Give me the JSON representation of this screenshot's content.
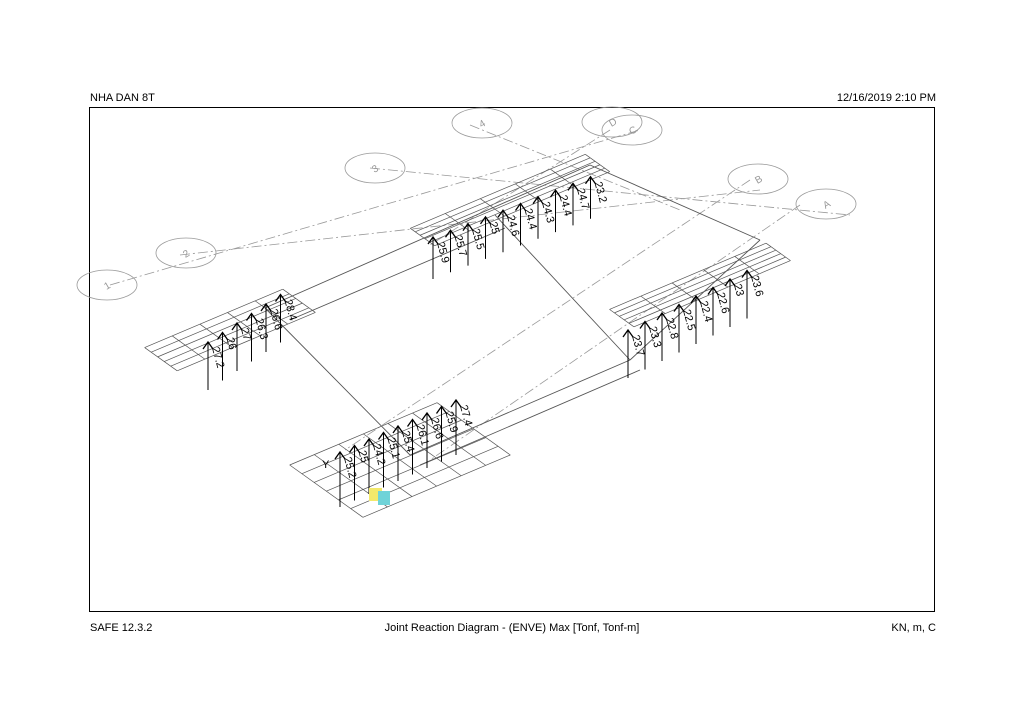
{
  "header": {
    "title": "NHA DAN 8T",
    "datetime": "12/16/2019 2:10 PM"
  },
  "footer": {
    "software": "SAFE 12.3.2",
    "caption": "Joint Reaction Diagram - (ENVE)  Max  [Tonf,  Tonf-m]",
    "units": "KN, m, C"
  },
  "grid_labels": [
    "1",
    "2",
    "3",
    "4",
    "D",
    "C",
    "B",
    "A"
  ],
  "axis_label": "Y",
  "colors": {
    "line": "#555555",
    "gridline": "#999999",
    "arrow": "#000000"
  },
  "reactions": {
    "group_3D": [
      "25.9",
      "25.7",
      "25.5",
      "25",
      "24.6",
      "24.4",
      "24.3",
      "24.4",
      "24.7",
      "23.2"
    ],
    "group_1D": [
      "27.2",
      "26",
      "27",
      "26.3",
      "26.6",
      "28.4"
    ],
    "group_A": [
      "23.7",
      "23.3",
      "22.8",
      "22.5",
      "22.4",
      "22.6",
      "23",
      "23.6"
    ],
    "group_1B": [
      "25.2",
      "25",
      "24.2",
      "25.1",
      "25.4",
      "26.1",
      "26.6",
      "25.9",
      "27.4"
    ]
  }
}
